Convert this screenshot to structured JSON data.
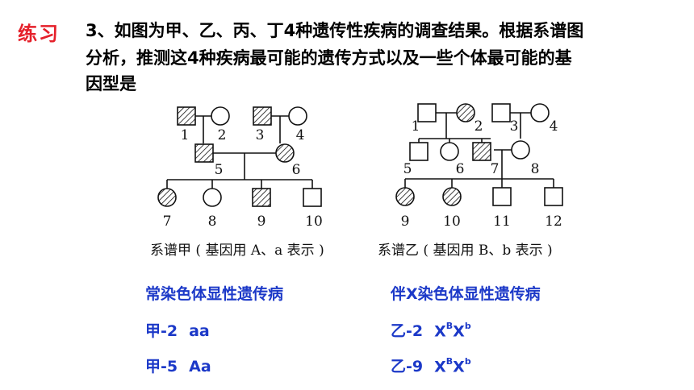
{
  "header": {
    "tag": "练习",
    "question_lines": [
      "3、如图为甲、乙、丙、丁4种遗传性疾病的调查结果。根据系谱图",
      "分析，推测这4种疾病最可能的遗传方式以及一些个体最可能的基",
      "因型是"
    ]
  },
  "pedigree_a": {
    "caption": "系谱甲 ( 基因用 A、a 表示 )",
    "labels": [
      "1",
      "2",
      "3",
      "4",
      "5",
      "6",
      "7",
      "8",
      "9",
      "10"
    ]
  },
  "pedigree_b": {
    "caption": "系谱乙 ( 基因用 B、b 表示 )",
    "labels": [
      "1",
      "2",
      "3",
      "4",
      "5",
      "6",
      "7",
      "8",
      "9",
      "10",
      "11",
      "12"
    ]
  },
  "answers": {
    "left_mode": "常染色体显性遗传病",
    "right_mode": "伴X染色体显性遗传病",
    "left_rows": [
      {
        "label": "甲-2",
        "genotype": "aa"
      },
      {
        "label": "甲-5",
        "genotype": "Aa"
      }
    ],
    "right_rows": [
      {
        "label": "乙-2",
        "g1": "X",
        "s1": "B",
        "g2": "X",
        "s2": "b"
      },
      {
        "label": "乙-9",
        "g1": "X",
        "s1": "B",
        "g2": "X",
        "s2": "b"
      }
    ]
  },
  "colors": {
    "tag": "#e5202a",
    "answer": "#1c39c8",
    "line": "#111111"
  }
}
